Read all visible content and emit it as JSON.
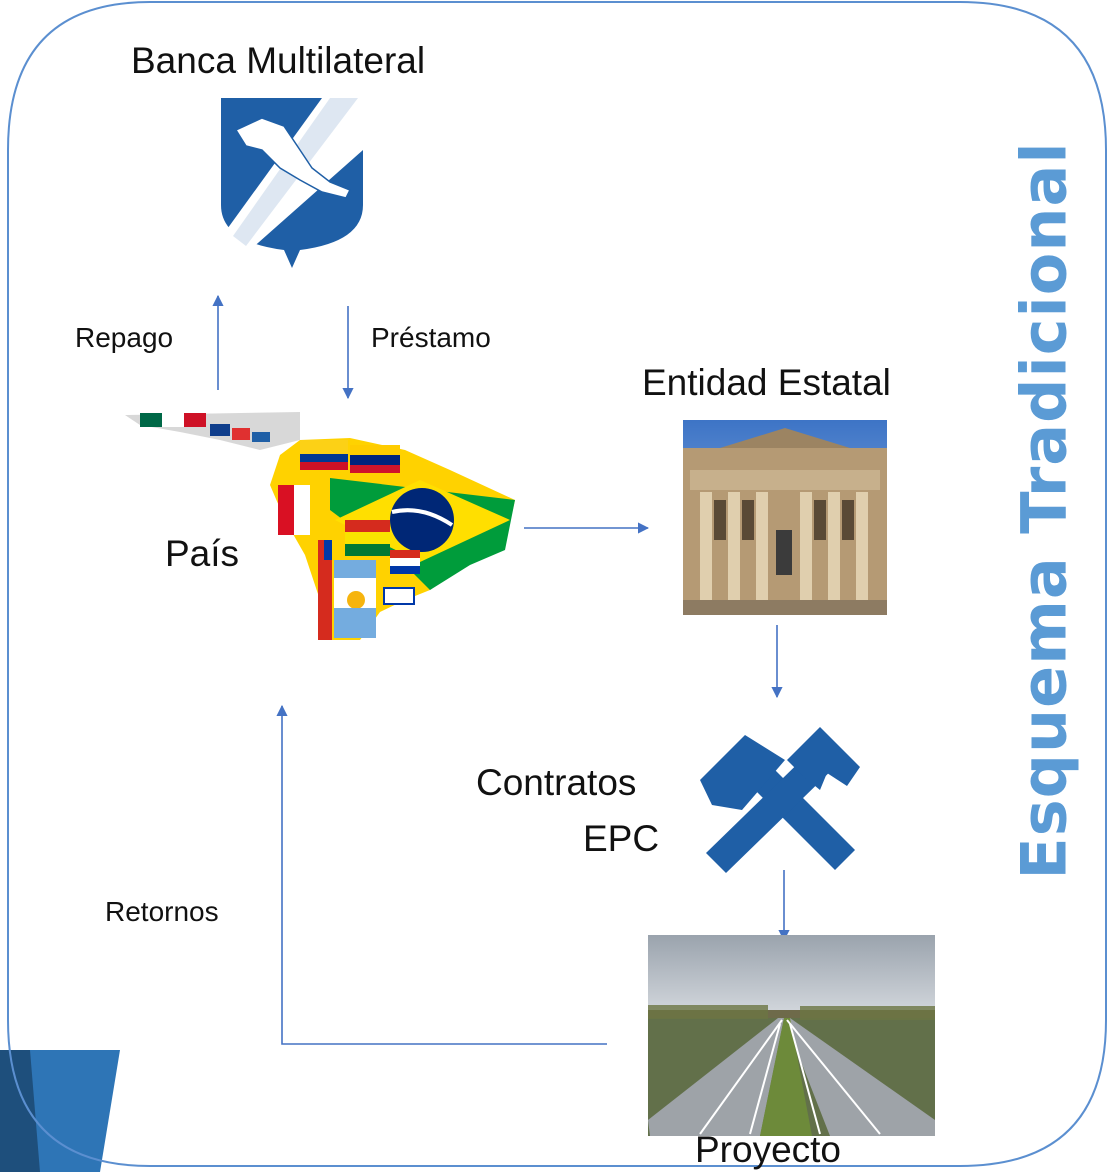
{
  "diagram": {
    "title": "Esquema Tradicional",
    "nodes": {
      "bank": "Banca Multilateral",
      "country": "País",
      "entity": "Entidad Estatal",
      "contracts_line1": "Contratos",
      "contracts_line2": "EPC",
      "project": "Proyecto"
    },
    "edges": {
      "repago": "Repago",
      "prestamo": "Préstamo",
      "retornos": "Retornos"
    }
  },
  "colors": {
    "accent": "#5b9bd5",
    "line": "#4472c4",
    "icon_blue": "#1f5fa6",
    "title_blue": "#5b9bd5",
    "corner_dark": "#1e4f7c",
    "corner_light": "#2e75b6"
  },
  "icons": [
    "shield-logo-icon",
    "latin-america-flags-map",
    "government-building-photo",
    "crossed-hammers-icon",
    "highway-photo"
  ]
}
